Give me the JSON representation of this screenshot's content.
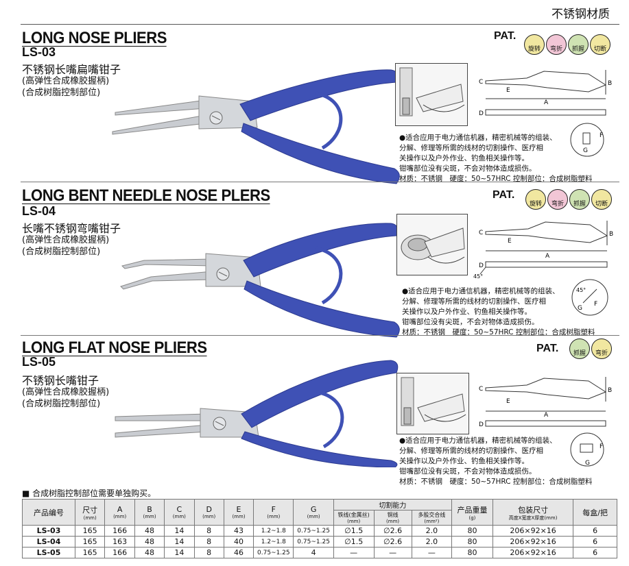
{
  "header": {
    "category": "不锈钢材质"
  },
  "sections": [
    {
      "en_title": "LONG NOSE PLIERS",
      "code": "LS-03",
      "cn_name": "不锈钢长嘴扁嘴钳子",
      "sub1": "(高弹性合成橡胶握柄)",
      "sub2": "(合成树脂控制部位)",
      "pat": "PAT.",
      "badges": [
        "旋转",
        "弯折",
        "抓握",
        "切断"
      ],
      "desc": [
        "●适合应用于电力通信机器，精密机械等的组装、",
        "分解、修理等所需的线材的切割操作、医疗相",
        "关操作以及户外作业、钓鱼相关操作等。",
        "钳嘴部位没有尖斑，不会对物体造成损伤。",
        "材质：不锈钢　硬度：50~57HRC 控制部位：合成树脂塑料"
      ],
      "dim_labels": [
        "C",
        "E",
        "B",
        "A",
        "D",
        "F",
        "G"
      ]
    },
    {
      "en_title": "LONG BENT NEEDLE NOSE PLERS",
      "code": "LS-04",
      "cn_name": "长嘴不锈钢弯嘴钳子",
      "sub1": "(高弹性合成橡胶握柄)",
      "sub2": "(合成树脂控制部位)",
      "pat": "PAT.",
      "badges": [
        "旋转",
        "弯折",
        "抓握",
        "切断"
      ],
      "desc": [
        "●适合应用于电力通信机器，精密机械等的组装、",
        "分解、修理等所需的线材的切割操作、医疗相",
        "关操作以及户外作业、钓鱼相关操作等。",
        "钳嘴部位没有尖斑，不会对物体造成损伤。",
        "材质：不锈钢　硬度：50~57HRC 控制部位：合成树脂塑料"
      ],
      "dim_labels": [
        "C",
        "E",
        "B",
        "A",
        "D",
        "45°",
        "45°",
        "G",
        "F"
      ]
    },
    {
      "en_title": "LONG FLAT NOSE PLIERS",
      "code": "LS-05",
      "cn_name": "不锈钢长嘴钳子",
      "sub1": "(高弹性合成橡胶握柄)",
      "sub2": "(合成树脂控制部位)",
      "pat": "PAT.",
      "badges": [
        "抓握",
        "弯折"
      ],
      "desc": [
        "●适合应用于电力通信机器，精密机械等的组装、",
        "分解、修理等所需的线材的切割操作、医疗相",
        "关操作以及户外作业、钓鱼相关操作等。",
        "钳嘴部位没有尖斑，不会对物体造成损伤。",
        "材质：不锈钢　硬度：50~57HRC 控制部位：合成树脂塑料"
      ],
      "dim_labels": [
        "C",
        "E",
        "B",
        "A",
        "D",
        "F",
        "G"
      ]
    }
  ],
  "note": "■ 合成树脂控制部位需要单独购买。",
  "table": {
    "headers": {
      "model": "产品编号",
      "size": "尺寸",
      "a": "A",
      "b": "B",
      "c": "C",
      "d": "D",
      "e": "E",
      "f": "F",
      "g": "G",
      "mm": "(mm)",
      "cut": "切割能力",
      "cut_wire": "铁线(金属丝)",
      "cut_copper": "铜线",
      "cut_strand": "多股交合线",
      "mm2": "(mm²)",
      "weight": "产品重量",
      "weight_unit": "(g)",
      "pack": "包装尺寸",
      "pack_unit": "高度X宽度X厚度(mm)",
      "per_box": "每盒/把"
    },
    "rows": [
      {
        "model": "LS-03",
        "size": "165",
        "a": "166",
        "b": "48",
        "c": "14",
        "d": "8",
        "e": "43",
        "f": "1.2~1.8",
        "g": "0.75~1.25",
        "wire": "∅1.5",
        "copper": "∅2.6",
        "strand": "2.0",
        "weight": "80",
        "pack": "206×92×16",
        "box": "6"
      },
      {
        "model": "LS-04",
        "size": "165",
        "a": "163",
        "b": "48",
        "c": "14",
        "d": "8",
        "e": "40",
        "f": "1.2~1.8",
        "g": "0.75~1.25",
        "wire": "∅1.5",
        "copper": "∅2.6",
        "strand": "2.0",
        "weight": "80",
        "pack": "206×92×16",
        "box": "6"
      },
      {
        "model": "LS-05",
        "size": "165",
        "a": "166",
        "b": "48",
        "c": "14",
        "d": "8",
        "e": "46",
        "f": "0.75~1.25",
        "g": "4",
        "wire": "—",
        "copper": "—",
        "strand": "—",
        "weight": "80",
        "pack": "206×92×16",
        "box": "6"
      }
    ]
  },
  "colors": {
    "handle": "#3f51b5",
    "handle_dark": "#2c3a8f",
    "steel": "#c9ccd1",
    "badge_yellow": "#f1e7a0",
    "badge_pink": "#f2c6d6",
    "badge_green": "#cfe3b3"
  }
}
